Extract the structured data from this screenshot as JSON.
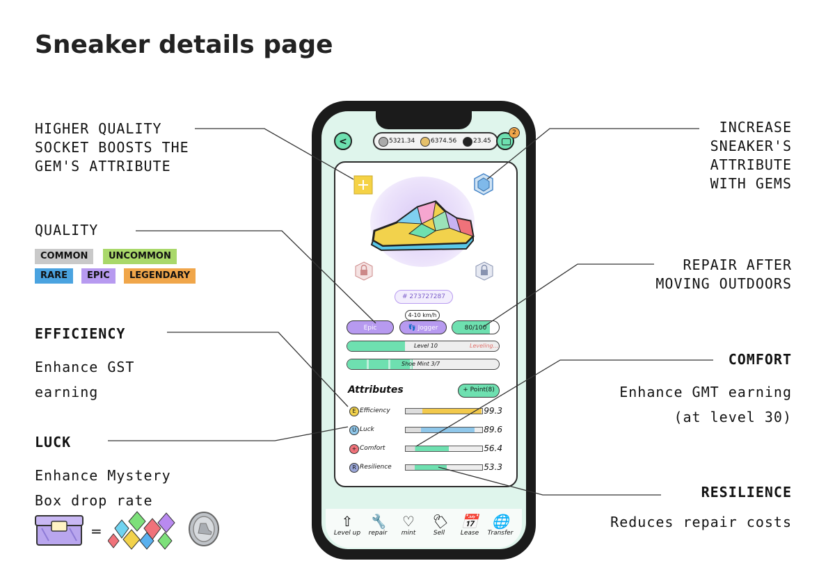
{
  "page_title": "Sneaker details page",
  "annotations": {
    "socket": [
      "HIGHER QUALITY",
      "SOCKET BOOSTS THE",
      "GEM'S ATTRIBUTE"
    ],
    "gems": [
      "INCREASE",
      "SNEAKER'S",
      "ATTRIBUTE",
      "WITH GEMS"
    ],
    "quality_heading": "QUALITY",
    "repair": [
      "REPAIR AFTER",
      "MOVING OUTDOORS"
    ],
    "efficiency_heading": "EFFICIENCY",
    "efficiency_desc": [
      "Enhance GST",
      "earning"
    ],
    "comfort_heading": "COMFORT",
    "comfort_desc": [
      "Enhance GMT earning",
      "(at level 30)"
    ],
    "luck_heading": "LUCK",
    "luck_desc": [
      "Enhance Mystery",
      "Box drop rate"
    ],
    "resilience_heading": "RESILIENCE",
    "resilience_desc": "Reduces repair costs",
    "equals": "="
  },
  "quality_levels": [
    {
      "label": "COMMON",
      "color": "#c9c9c9"
    },
    {
      "label": "UNCOMMON",
      "color": "#a9d86a"
    },
    {
      "label": "RARE",
      "color": "#4aa3e0"
    },
    {
      "label": "EPIC",
      "color": "#b79af0"
    },
    {
      "label": "LEGENDARY",
      "color": "#f0a64a"
    }
  ],
  "app": {
    "balances": {
      "gst": "5321.34",
      "gmt": "6374.56",
      "sol": "23.45"
    },
    "wallet_badge": "2",
    "sneaker_id": "# 273727287",
    "quality": "Epic",
    "speed": "4-10 km/h",
    "type": "Jogger",
    "durability": "80/100",
    "durability_pct": 0.8,
    "level": "Level 10",
    "level_status": "Leveling...",
    "level_progress": 0.38,
    "mint": "Shoe Mint 3/7",
    "mint_progress": 0.43,
    "attributes_title": "Attributes",
    "point_button": "+ Point(8)",
    "attributes": [
      {
        "name": "Efficiency",
        "value": "99.3",
        "color": "#f2c94c"
      },
      {
        "name": "Luck",
        "value": "89.6",
        "color": "#8fc7ea"
      },
      {
        "name": "Comfort",
        "value": "56.4",
        "color": "#6ee0b0"
      },
      {
        "name": "Resilience",
        "value": "53.3",
        "color": "#6ee0b0"
      }
    ],
    "nav": [
      "Level up",
      "repair",
      "mint",
      "Sell",
      "Lease",
      "Transfer"
    ]
  }
}
